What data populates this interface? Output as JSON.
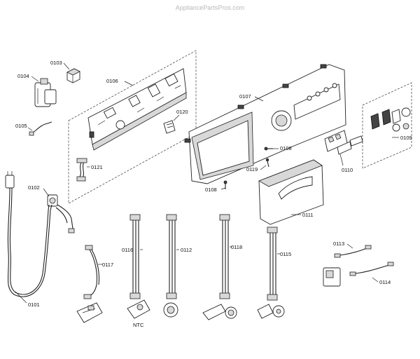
{
  "watermark": "AppliancePartsPros.com",
  "labels": {
    "p0101": "0101",
    "p0102": "0102",
    "p0103": "0103",
    "p0104": "0104",
    "p0105": "0105",
    "p0106": "0106",
    "p0107": "0107",
    "p0108a": "0108",
    "p0108b": "0108",
    "p0109": "0109",
    "p0110": "0110",
    "p0111": "0111",
    "p0112": "0112",
    "p0113": "0113",
    "p0114": "0114",
    "p0115": "0115",
    "p0116": "0116",
    "p0117": "0117",
    "p0118": "0118",
    "p0119": "0119",
    "p0120": "0120",
    "p0121": "0121",
    "ntc": "NTC"
  },
  "icons": {
    "control_panel": "control-panel-fascia",
    "dispenser_handle": "dispenser-drawer-handle",
    "control_module": "electronic-control-module",
    "harness": "wire-harness",
    "power_cord": "power-cord-plug"
  }
}
